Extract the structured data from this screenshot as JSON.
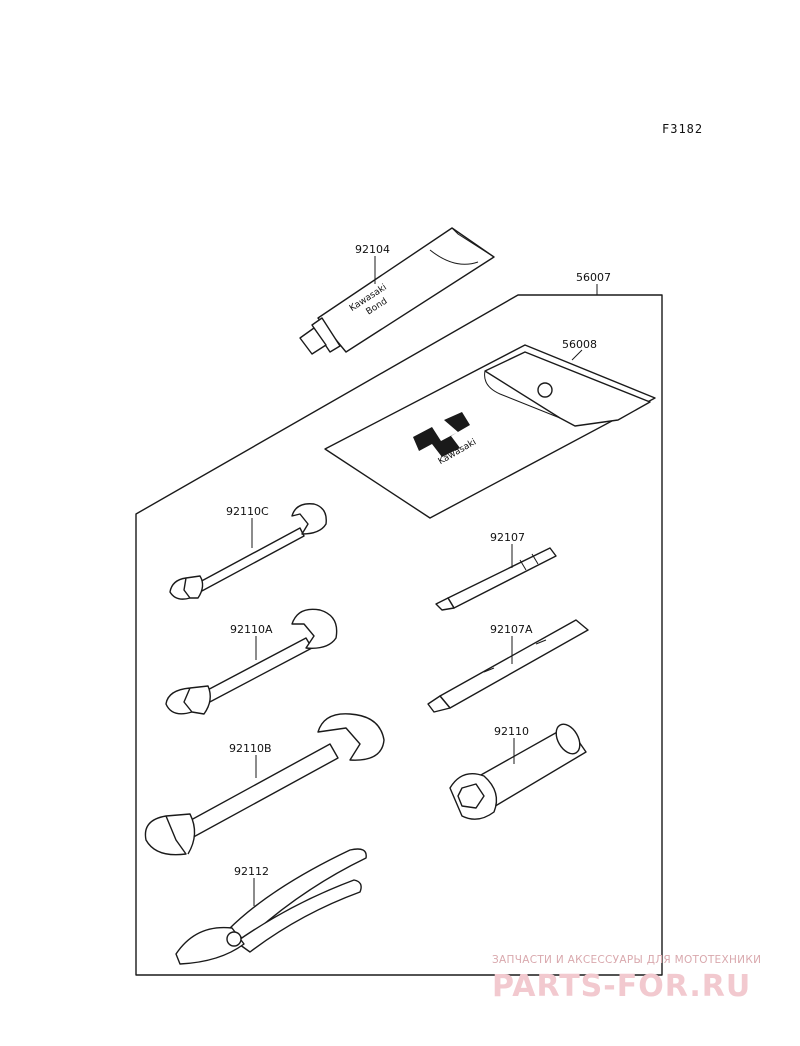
{
  "figure_code": "F3182",
  "callouts": {
    "p92104": "92104",
    "p56007": "56007",
    "p56008": "56008",
    "p92110c": "92110C",
    "p92107": "92107",
    "p92110a": "92110A",
    "p92107a": "92107A",
    "p92110b": "92110B",
    "p92110": "92110",
    "p92112": "92112"
  },
  "tube_text": [
    "Kawasaki",
    "Bond"
  ],
  "bag_text": "Kawasaki",
  "watermark": {
    "tagline": "ЗАПЧАСТИ И АКСЕССУАРЫ ДЛЯ МОТОТЕХНИКИ",
    "logo": "PARTS-FOR.RU"
  }
}
